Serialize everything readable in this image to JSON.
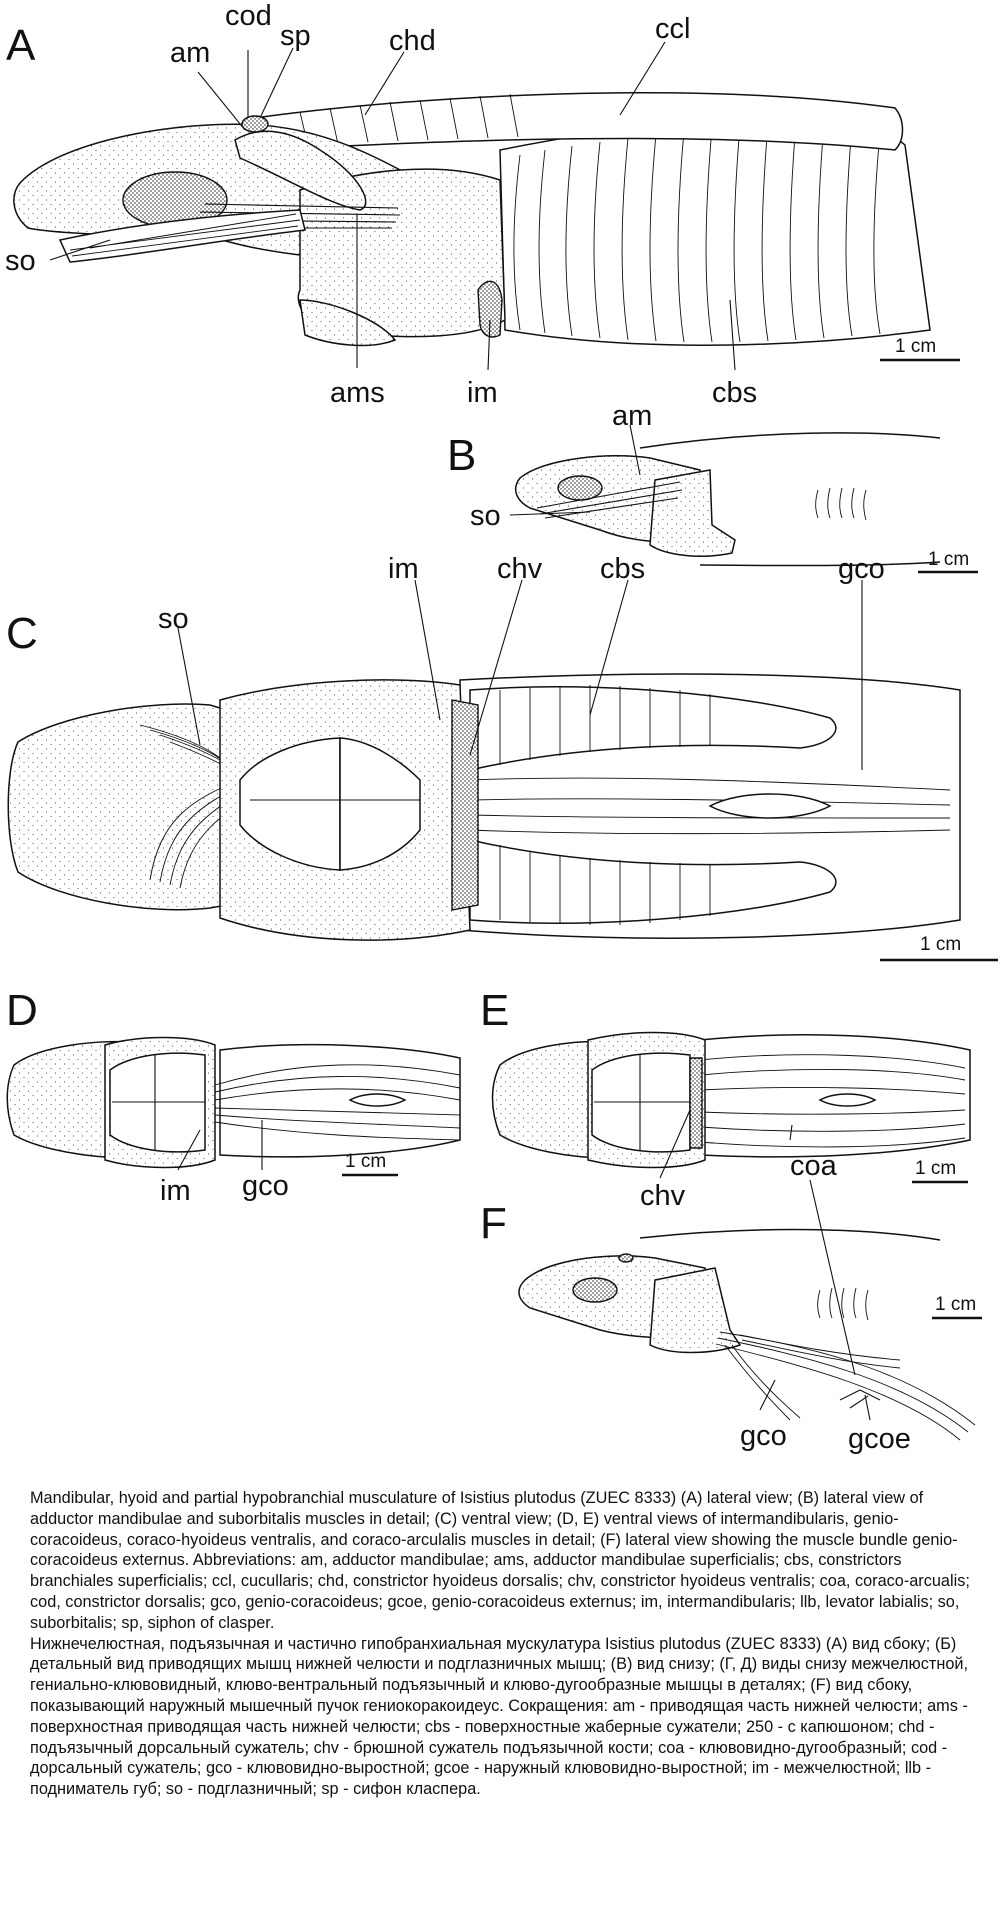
{
  "panels": {
    "a": {
      "letter": "A",
      "labels": {
        "cod": "cod",
        "am": "am",
        "sp": "sp",
        "chd": "chd",
        "ccl": "ccl",
        "so": "so",
        "ams": "ams",
        "im": "im",
        "cbs": "cbs"
      },
      "scale": "1 cm"
    },
    "b": {
      "letter": "B",
      "labels": {
        "am": "am",
        "so": "so"
      },
      "scale": "1 cm"
    },
    "c": {
      "letter": "C",
      "labels": {
        "so": "so",
        "im": "im",
        "chv": "chv",
        "cbs": "cbs",
        "gco": "gco"
      },
      "scale": "1 cm"
    },
    "d": {
      "letter": "D",
      "labels": {
        "im": "im",
        "gco": "gco"
      },
      "scale": "1 cm"
    },
    "e": {
      "letter": "E",
      "labels": {
        "chv": "chv",
        "coa": "coa"
      },
      "scale": "1 cm"
    },
    "f": {
      "letter": "F",
      "labels": {
        "gco": "gco",
        "gcoe": "gcoe"
      },
      "scale": "1 cm"
    }
  },
  "caption": {
    "english": "Mandibular, hyoid and partial hypobranchial musculature of Isistius plutodus (ZUEC 8333) (A) lateral view; (B) lateral view of adductor mandibulae and suborbitalis muscles in detail; (C) ventral view; (D, E) ventral views of intermandibularis, genio-coracoideus, coraco-hyoideus ventralis, and coraco-arculalis muscles in detail; (F) lateral view showing the muscle bundle genio-coracoideus externus. Abbreviations: am, adductor mandibulae; ams, adductor mandibulae superficialis; cbs, constrictors branchiales superficialis; ccl, cucullaris; chd, constrictor hyoideus dorsalis; chv, constrictor hyoideus ventralis; coa, coraco-arcualis; cod, constrictor dorsalis; gco, genio-coracoideus; gcoe, genio-coracoideus externus; im, intermandibularis; llb, levator labialis; so, suborbitalis; sp, siphon of clasper.",
    "russian": "Нижнечелюстная, подъязычная и частично гипобранхиальная мускулатура Isistius plutodus (ZUEC 8333) (A) вид сбоку; (Б) детальный вид приводящих мышц нижней челюсти и подглазничных мышц; (В) вид снизу; (Г, Д) виды снизу межчелюстной, гениально-клювовидный, клюво-вентральный подъязычный и клюво-дугообразные мышцы в деталях; (F) вид сбоку, показывающий наружный мышечный пучок гениокоракоидеус. Сокращения: am - приводящая часть нижней челюсти; ams - поверхностная приводящая часть нижней челюсти; cbs - поверхностные жаберные сужатели; 250 - с капюшоном; chd - подъязычный дорсальный сужатель; chv - брюшной сужатель подъязычной кости; coa - клювовидно-дугообразный; cod - дорсальный сужатель; gco - клювовидно-выростной; gcoe - наружный клювовидно-выростной; im - межчелюстной; llb - подниматель губ; so - подглазничный; sp - сифон класпера."
  }
}
